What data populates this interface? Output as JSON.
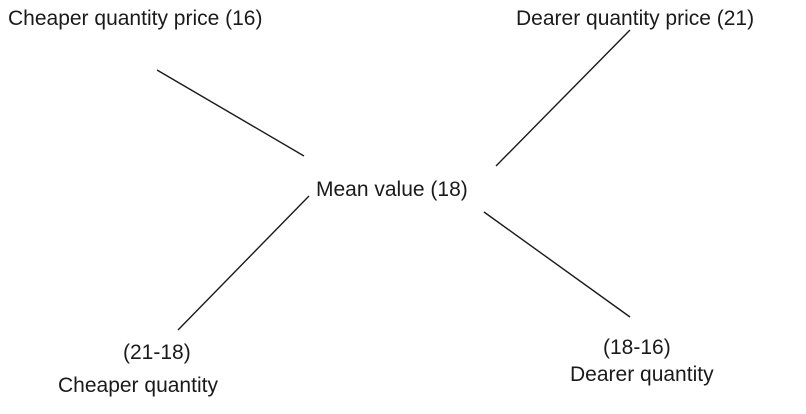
{
  "nodes": {
    "top_left": "Cheaper quantity price (16)",
    "top_right": "Dearer quantity price (21)",
    "center": "Mean value (18)",
    "bottom_left_value": "(21-18)",
    "bottom_left_name": "Cheaper quantity",
    "bottom_right_value": "(18-16)",
    "bottom_right_name": "Dearer quantity"
  }
}
